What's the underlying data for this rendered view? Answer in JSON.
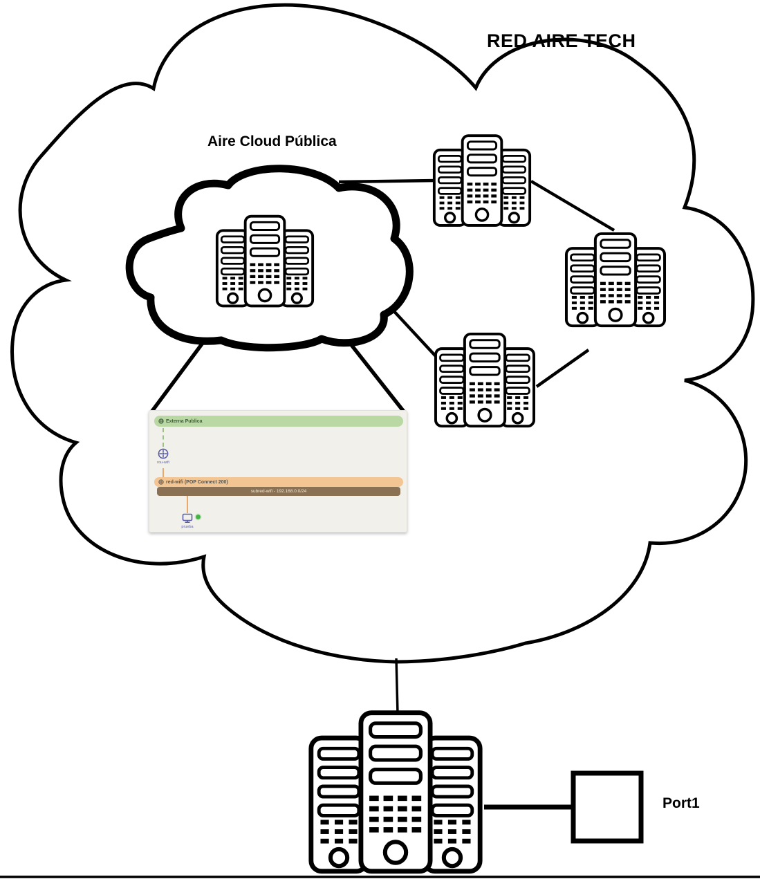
{
  "diagram": {
    "title": "RED AIRE TECH",
    "public_cloud_label": "Aire Cloud Pública",
    "port_label": "Port1",
    "node_shapes": [
      "outer-cloud",
      "inner-cloud",
      "server-rack x5",
      "port-square"
    ],
    "connections": [
      "inner-cloud to top-server",
      "top-server to right-server",
      "right-server to middle-server",
      "inner-cloud to middle-server",
      "inner-cloud to topology-panel (callout x2)",
      "outer-cloud to bottom-server",
      "bottom-server to Port1"
    ]
  },
  "topology_panel": {
    "external_network_label": "Externa Publica",
    "router_label": "rou-wifi",
    "network_label": "red-wifi (POP Connect 200)",
    "subnet_label": "subred-wifi - 192.168.0.0/24",
    "instance_label": "prueba",
    "instance_status": "active",
    "colors": {
      "panel_bg": "#f2f0ea",
      "external_bar_bg": "#b9d8a3",
      "external_text": "#41603c",
      "network_bar_bg": "#f2c593",
      "network_text": "#5a5347",
      "subnet_bar_bg": "#8a7154",
      "subnet_text": "#f3ecd9",
      "link_line_orange": "#e9a96a",
      "dashed_link_green": "#9cc184",
      "icon_indigo": "#5b5ea6",
      "status_green": "#44b544"
    }
  },
  "icons": {
    "globe": "circle with meridians (external network)",
    "router": "circle with spokes",
    "network": "small globe in network bar",
    "monitor": "desktop monitor (instance)",
    "status_dot": "green filled circle",
    "server_rack": "three-tower server outline",
    "cloud": "cloud outline"
  }
}
